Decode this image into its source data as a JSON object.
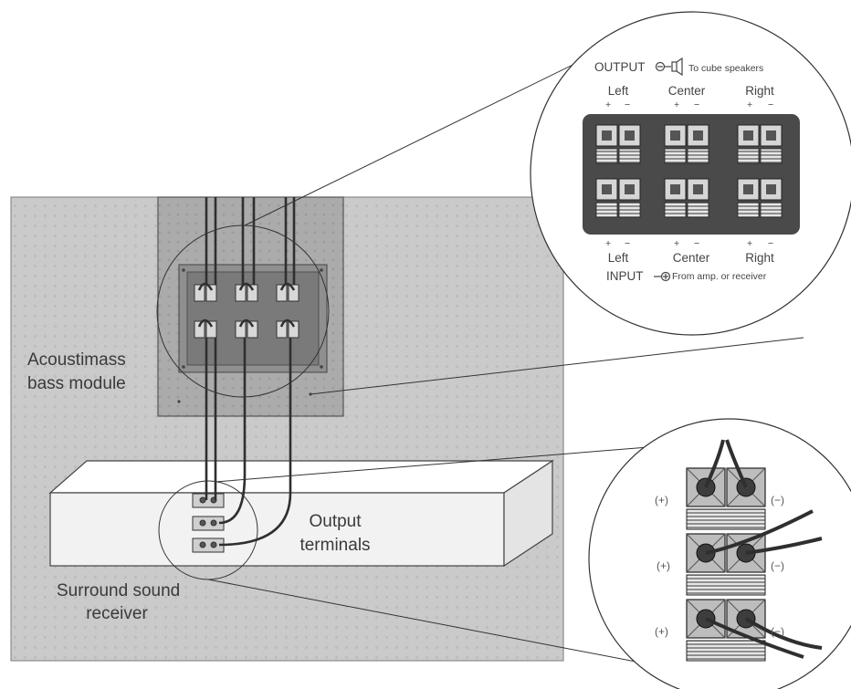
{
  "labels": {
    "bass_module_line1": "Acoustimass",
    "bass_module_line2": "bass module",
    "receiver_line1": "Surround sound",
    "receiver_line2": "receiver",
    "output_terminals_line1": "Output",
    "output_terminals_line2": "terminals"
  },
  "bass_module_panel": {
    "output_heading": "OUTPUT",
    "output_caption": "To cube speakers",
    "input_heading": "INPUT",
    "input_caption": "From amp. or receiver",
    "channels": [
      "Left",
      "Center",
      "Right"
    ],
    "plus": "+",
    "minus": "−"
  },
  "receiver_terminals": {
    "plus_label": "(+)",
    "minus_label": "(−)"
  },
  "colors": {
    "background": "#ffffff",
    "room_fill": "#c9c9c9",
    "module_fill": "#a9a9a9",
    "receiver_fill": "#f4f4f4",
    "terminal_panel": "#4a4a4a",
    "wire": "#3a3a3a",
    "line": "#333333"
  }
}
